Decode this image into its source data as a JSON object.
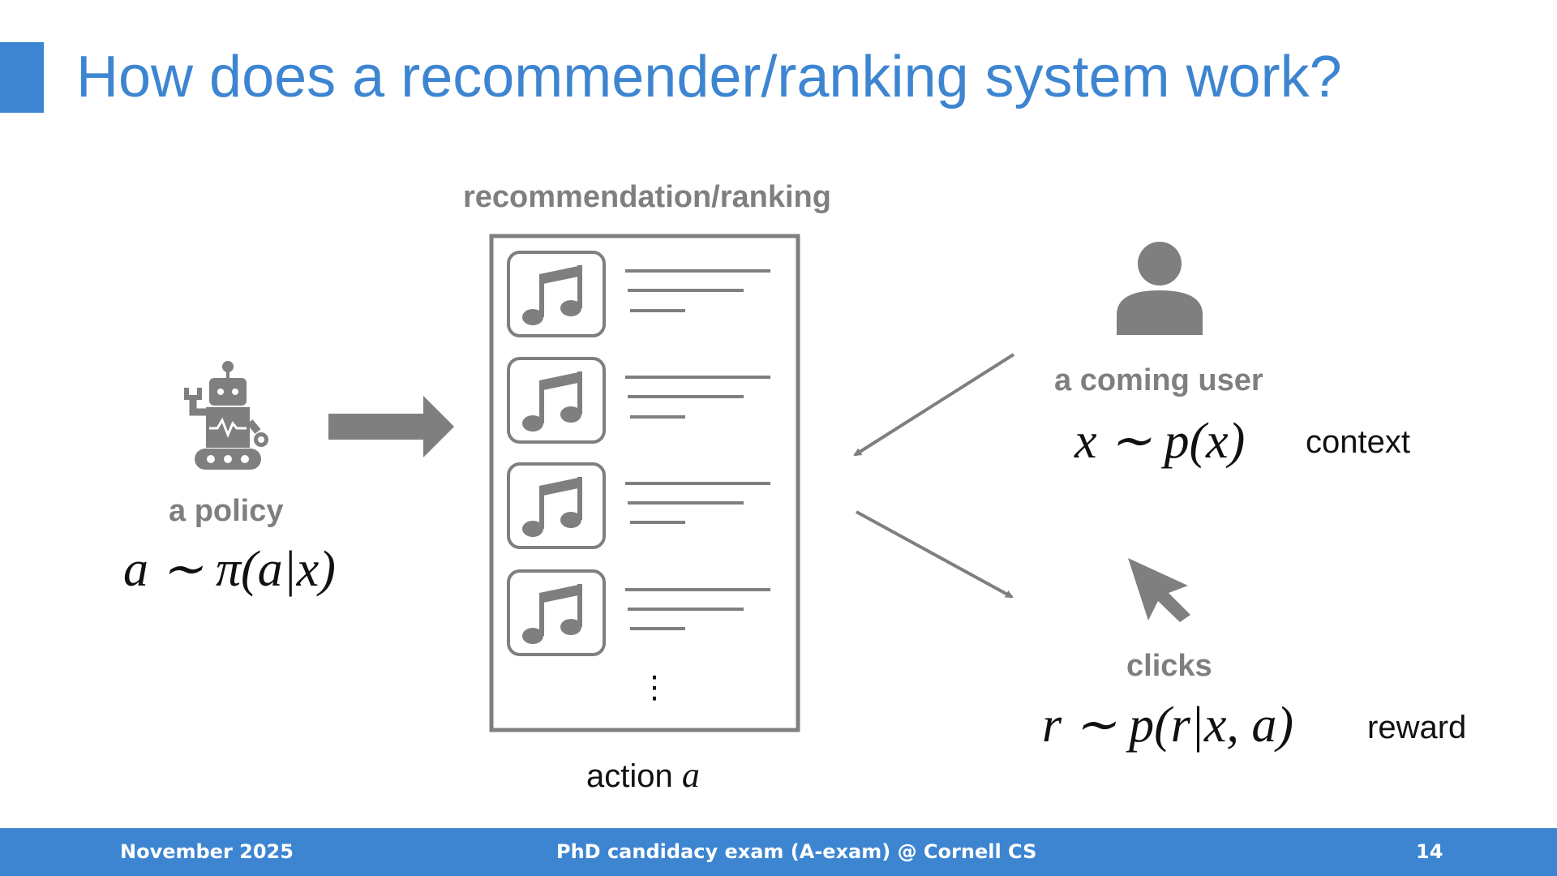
{
  "slide": {
    "title": "How does a recommender/ranking system work?"
  },
  "diagram": {
    "list_title": "recommendation/ranking",
    "list_ellipsis": "⋮",
    "action_label": "action",
    "action_var": "a",
    "policy_label": "a policy",
    "policy_formula": "a ∼ π(a|x)",
    "user_label": "a coming user",
    "user_formula": "x ∼ p(x)",
    "context_label": "context",
    "clicks_label": "clicks",
    "clicks_formula": "r ∼ p(r|x, a)",
    "reward_label": "reward",
    "icons": [
      "robot-icon",
      "right-arrow-icon",
      "music-note-icon",
      "person-icon",
      "cursor-icon"
    ],
    "colors": {
      "accent": "#3d85d1",
      "gray": "#7f7f7f",
      "text": "#111111"
    }
  },
  "footer": {
    "date": "November 2025",
    "event": "PhD candidacy exam (A-exam) @ Cornell CS",
    "page_number": "14"
  }
}
